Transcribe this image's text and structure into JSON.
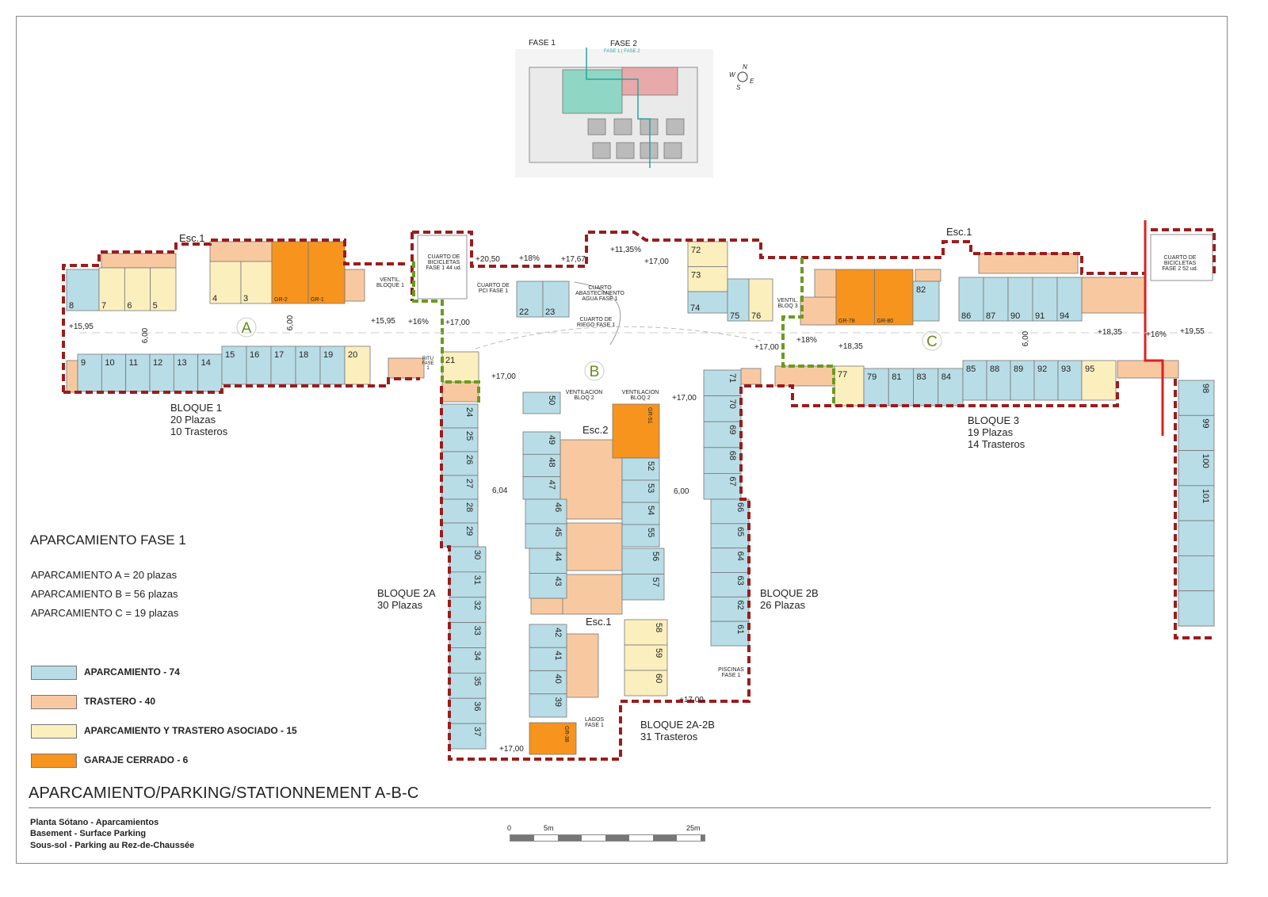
{
  "colors": {
    "aparcamiento": "#b8dde6",
    "trastero": "#f8c9a0",
    "asociado": "#fcefbe",
    "garaje": "#f7941d",
    "border_red": "#9b1c1c",
    "border_green": "#6b9b1e",
    "phase_line": "#e01e1e"
  },
  "keyplan": {
    "fase1": "FASE 1",
    "fase2": "FASE 2",
    "fase_split": "FASE 1 | FASE 2",
    "compass": {
      "n": "N",
      "s": "S",
      "e": "E",
      "w": "W"
    }
  },
  "zones": {
    "a": "A",
    "b": "B",
    "c": "C"
  },
  "stairs": {
    "a": "Esc.1",
    "c": "Esc.1",
    "b2": "Esc.2",
    "b1": "Esc.1"
  },
  "rooms": {
    "bici1": "CUARTO DE BICICLETAS FASE 1 44 ud.",
    "bici2": "CUARTO DE BICICLETAS FASE 2 52 ud.",
    "pci": "CUARTO DE PCI FASE 1",
    "agua": "CUARTO ABASTECIMIENTO AGUA FASE 1",
    "riego": "CUARTO DE RIEGO FASE 1",
    "vent1": "VENTIL. BLOQUE 1",
    "vent3": "VENTIL. BLOQ 3",
    "vent2a": "VENTILACION BLOQ 2",
    "vent2b": "VENTILACION BLOQ 2",
    "piscinas": "PISCINAS FASE 1",
    "lagos": "LAGOS FASE 1",
    "ritu": "RITU FASE 1"
  },
  "levels": [
    "+15,95",
    "+15,95",
    "+16%",
    "+17,00",
    "+20,50",
    "+18%",
    "+17,67",
    "+11,35%",
    "+17,00",
    "+17,00",
    "+17,00",
    "+18%",
    "+18,35",
    "+18,35",
    "+16%",
    "+19,55",
    "+17,00",
    "+17,00",
    "+17,00"
  ],
  "dims": [
    "6,00",
    "6,00",
    "6,04",
    "6,00",
    "6,00"
  ],
  "blocks": {
    "b1": {
      "name": "BLOQUE 1",
      "l1": "20 Plazas",
      "l2": "10 Trasteros"
    },
    "b3": {
      "name": "BLOQUE 3",
      "l1": "19 Plazas",
      "l2": "14 Trasteros"
    },
    "b2a": {
      "name": "BLOQUE 2A",
      "l1": "30 Plazas"
    },
    "b2b": {
      "name": "BLOQUE 2B",
      "l1": "26 Plazas"
    },
    "b2ab": {
      "name": "BLOQUE 2A-2B",
      "l1": "31 Trasteros"
    }
  },
  "spaces": {
    "a_top_blue": [
      "8"
    ],
    "a_top_beige1": [
      "7",
      "6",
      "5"
    ],
    "a_top_beige2": [
      "4",
      "3"
    ],
    "a_top_garage": [
      "GR-2",
      "GR-1"
    ],
    "a_bot_blue1": [
      "9",
      "10",
      "11",
      "12",
      "13",
      "14"
    ],
    "a_bot_blue2": [
      "15",
      "16",
      "17",
      "18",
      "19"
    ],
    "a_bot_beige": [
      "20"
    ],
    "b_21": [
      "21"
    ],
    "b_top_blue": [
      "22",
      "23"
    ],
    "b_72": [
      "72",
      "73"
    ],
    "b_74": [
      "74"
    ],
    "b_75": [
      "75"
    ],
    "b_76": [
      "76"
    ],
    "c_top_garage": [
      "GR-78",
      "GR-80"
    ],
    "c_82": [
      "82"
    ],
    "c_top_blue": [
      "86",
      "87",
      "90",
      "91",
      "94"
    ],
    "c_77": [
      "77"
    ],
    "c_bot_blue1": [
      "79",
      "81",
      "83",
      "84"
    ],
    "c_bot_blue2": [
      "85",
      "88",
      "89",
      "92",
      "93"
    ],
    "c_95": [
      "95"
    ],
    "col_2a_1": [
      "24",
      "25",
      "26",
      "27",
      "28",
      "29"
    ],
    "col_2a_2": [
      "30",
      "31",
      "32",
      "33",
      "34",
      "35",
      "36",
      "37"
    ],
    "mid_50": [
      "50"
    ],
    "mid_l1": [
      "49",
      "48",
      "47"
    ],
    "mid_l2": [
      "46",
      "45"
    ],
    "mid_l3": [
      "44",
      "43"
    ],
    "mid_l4": [
      "42",
      "41",
      "40",
      "39"
    ],
    "mid_gr38": [
      "GR-38"
    ],
    "mid_gr51": [
      "GR-51"
    ],
    "mid_r1": [
      "52",
      "53",
      "54",
      "55"
    ],
    "mid_r2": [
      "56",
      "57"
    ],
    "mid_r3": [
      "58",
      "59",
      "60"
    ],
    "col_2b_1": [
      "71",
      "70",
      "69",
      "68",
      "67"
    ],
    "col_2b_2": [
      "66",
      "65",
      "64",
      "63",
      "62",
      "61"
    ],
    "col_right": [
      "98",
      "99",
      "100",
      "101",
      "",
      "",
      ""
    ]
  },
  "legend": {
    "title": "APARCAMIENTO FASE 1",
    "counts": [
      "APARCAMIENTO A = 20 plazas",
      "APARCAMIENTO B = 56 plazas",
      "APARCAMIENTO C = 19 plazas"
    ],
    "items": [
      {
        "label": "APARCAMIENTO - 74",
        "color": "#b8dde6"
      },
      {
        "label": "TRASTERO - 40",
        "color": "#f8c9a0"
      },
      {
        "label": "APARCAMIENTO Y TRASTERO ASOCIADO - 15",
        "color": "#fcefbe"
      },
      {
        "label": "GARAJE CERRADO - 6",
        "color": "#f7941d"
      }
    ]
  },
  "footer": {
    "title": "APARCAMIENTO/PARKING/STATIONNEMENT  A-B-C",
    "lines": [
      "Planta Sótano - Aparcamientos",
      "Basement - Surface Parking",
      "Sous-sol - Parking au Rez-de-Chaussée"
    ],
    "scale": {
      "zero": "0",
      "five": "5m",
      "twentyfive": "25m"
    }
  }
}
